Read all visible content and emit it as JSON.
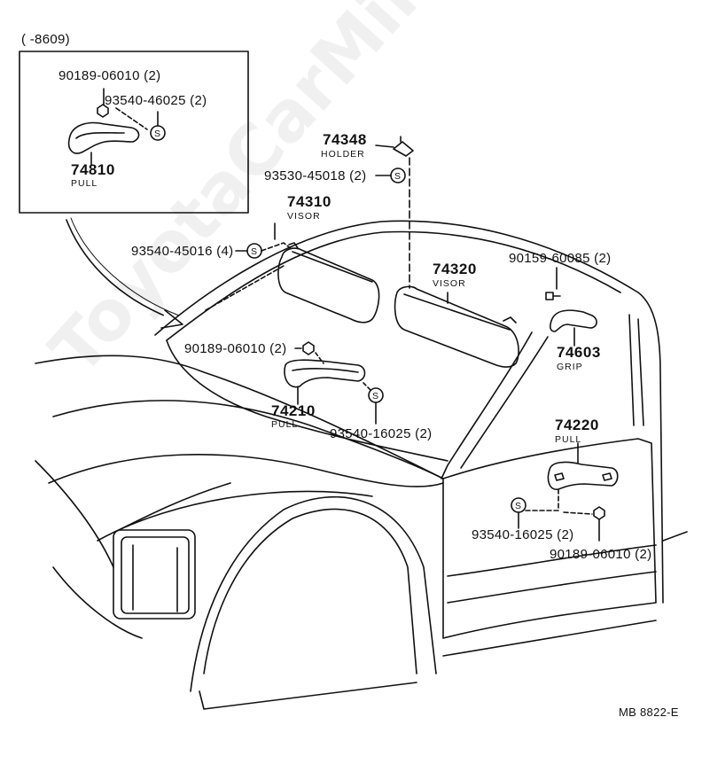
{
  "inset": {
    "range": "(     -8609)"
  },
  "parts": {
    "inset_nut": "90189-06010 (2)",
    "inset_screw": "93540-46025 (2)",
    "pull_74810_no": "74810",
    "pull_74810_name": "PULL",
    "holder_no": "74348",
    "holder_name": "HOLDER",
    "holder_screw": "93530-45018 (2)",
    "visor_l_no": "74310",
    "visor_l_name": "VISOR",
    "visor_l_screw": "93540-45016 (4)",
    "visor_r_no": "74320",
    "visor_r_name": "VISOR",
    "grip_screw": "90159-60085 (2)",
    "grip_no": "74603",
    "grip_name": "GRIP",
    "pull_74210_nut": "90189-06010 (2)",
    "pull_74210_no": "74210",
    "pull_74210_name": "PULL",
    "pull_74210_screw": "93540-16025 (2)",
    "pull_74220_no": "74220",
    "pull_74220_name": "PULL",
    "pull_74220_screw": "93540-16025 (2)",
    "pull_74220_nut": "90189-06010 (2)"
  },
  "screw_symbol": "S",
  "figure_code": "MB 8822-E",
  "watermark": "ToyotaCarMine.ru"
}
